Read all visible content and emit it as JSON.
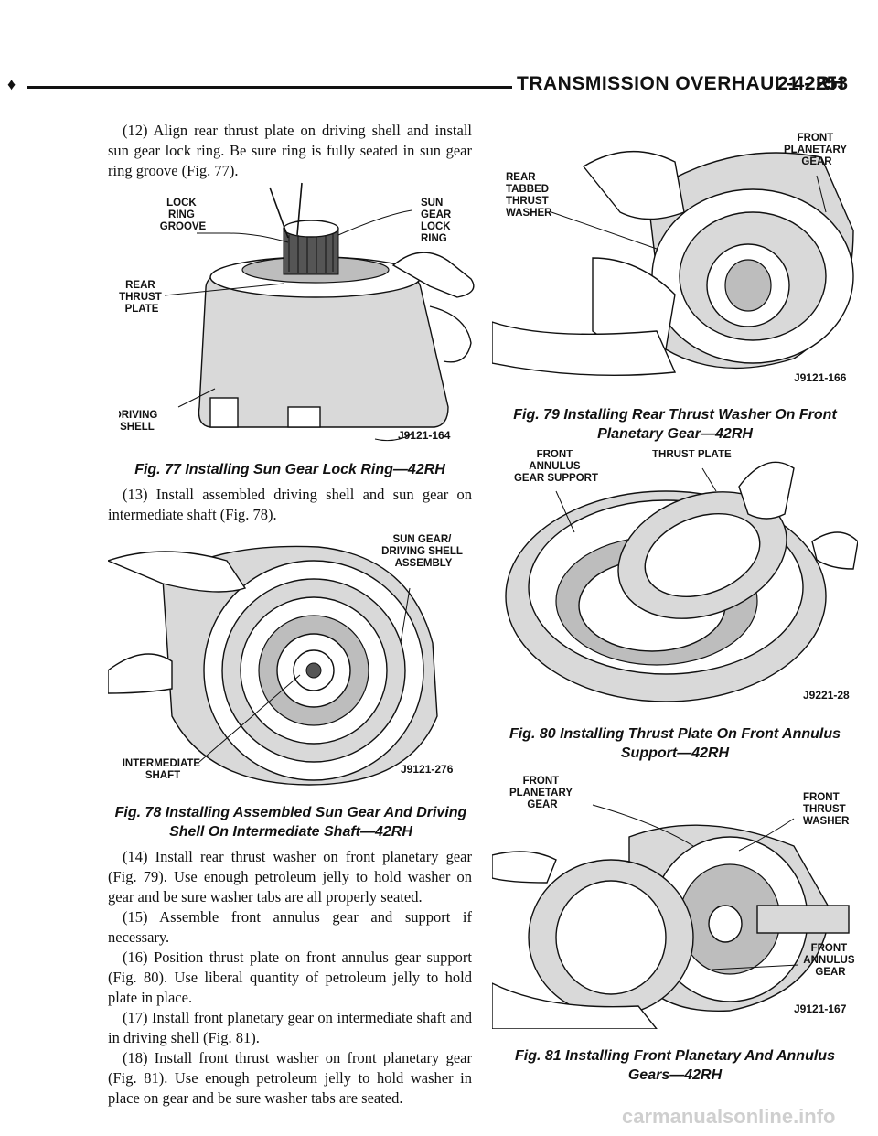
{
  "header": {
    "bullet": "♦",
    "title": "TRANSMISSION OVERHAUL-42RH",
    "page": "21 - 253"
  },
  "left_column": {
    "step12": "(12) Align rear thrust plate on driving shell and install sun gear lock ring. Be sure ring is fully seated in sun gear ring groove (Fig. 77).",
    "fig77": {
      "labels": {
        "lock_ring_groove": [
          "LOCK",
          "RING",
          "GROOVE"
        ],
        "sun_gear_lock_ring": [
          "SUN",
          "GEAR",
          "LOCK",
          "RING"
        ],
        "rear_thrust_plate": [
          "REAR",
          "THRUST",
          "PLATE"
        ],
        "driving_shell": [
          "DRIVING",
          "SHELL"
        ]
      },
      "code": "J9121-164",
      "caption": "Fig. 77 Installing Sun Gear Lock Ring—42RH"
    },
    "step13": "(13) Install assembled driving shell and sun gear on intermediate shaft (Fig. 78).",
    "fig78": {
      "labels": {
        "sun_gear_assembly": [
          "SUN GEAR/",
          "DRIVING SHELL",
          "ASSEMBLY"
        ],
        "intermediate_shaft": [
          "INTERMEDIATE",
          "SHAFT"
        ]
      },
      "code": "J9121-276",
      "caption": [
        "Fig. 78 Installing Assembled Sun Gear And Driving",
        "Shell On Intermediate Shaft—42RH"
      ]
    },
    "steps_tail": [
      "(14) Install rear thrust washer on front planetary gear (Fig. 79). Use enough petroleum jelly to hold washer on gear and be sure washer tabs are all properly seated.",
      "(15) Assemble front annulus gear and support if necessary.",
      "(16) Position thrust plate on front annulus gear support (Fig. 80). Use liberal quantity of petroleum jelly to hold plate in place.",
      "(17) Install front planetary gear on intermediate shaft and in driving shell (Fig. 81).",
      "(18) Install front thrust washer on front planetary gear (Fig. 81). Use enough petroleum jelly to hold washer in place on gear and be sure washer tabs are seated."
    ]
  },
  "right_column": {
    "fig79": {
      "labels": {
        "rear_tabbed_thrust_washer": [
          "REAR",
          "TABBED",
          "THRUST",
          "WASHER"
        ],
        "front_planetary_gear": [
          "FRONT",
          "PLANETARY",
          "GEAR"
        ]
      },
      "code": "J9121-166",
      "caption": [
        "Fig. 79 Installing Rear Thrust Washer On Front",
        "Planetary Gear—42RH"
      ]
    },
    "fig80": {
      "labels": {
        "front_annulus_gear_support": [
          "FRONT",
          "ANNULUS",
          "GEAR SUPPORT"
        ],
        "thrust_plate": [
          "THRUST PLATE"
        ]
      },
      "code": "J9221-28",
      "caption": [
        "Fig. 80 Installing Thrust Plate On Front Annulus",
        "Support—42RH"
      ]
    },
    "fig81": {
      "labels": {
        "front_planetary_gear": [
          "FRONT",
          "PLANETARY",
          "GEAR"
        ],
        "front_thrust_washer": [
          "FRONT",
          "THRUST",
          "WASHER"
        ],
        "front_annulus_gear": [
          "FRONT",
          "ANNULUS",
          "GEAR"
        ]
      },
      "code": "J9121-167",
      "caption": [
        "Fig. 81 Installing Front Planetary And Annulus",
        "Gears—42RH"
      ]
    }
  },
  "watermark": "carmanualsonline.info"
}
